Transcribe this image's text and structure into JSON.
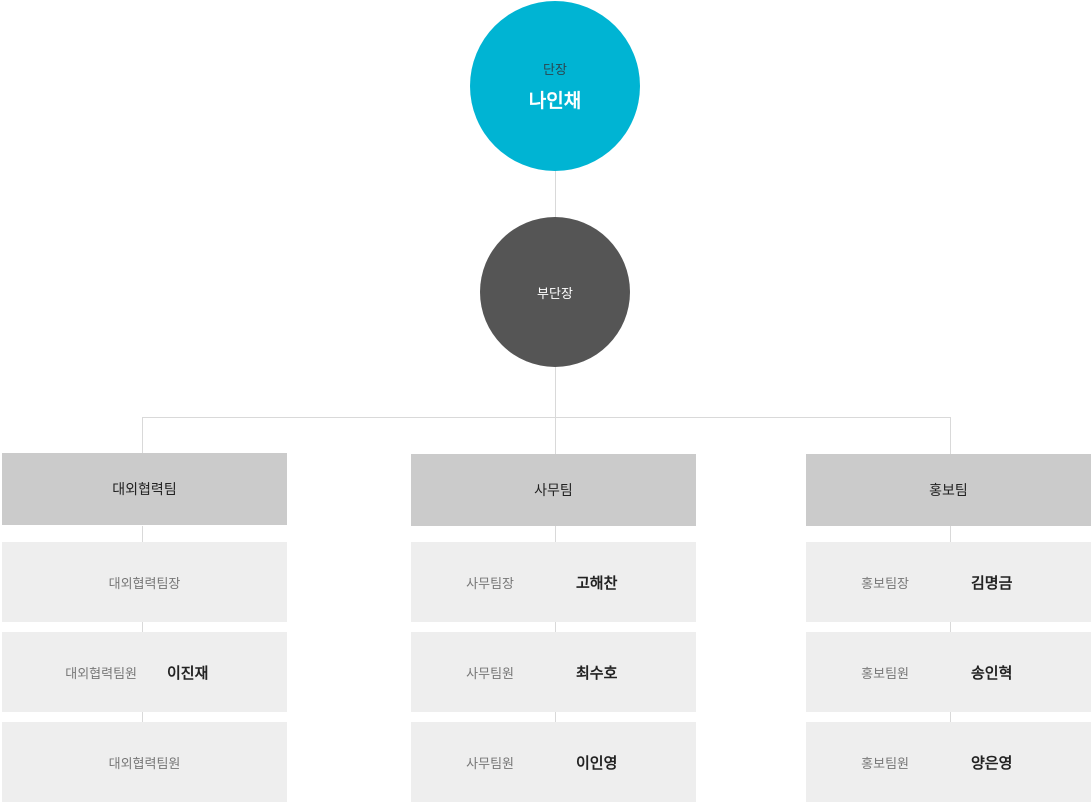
{
  "head": {
    "role": "단장",
    "name": "나인채"
  },
  "vice": {
    "role": "부단장"
  },
  "teams": [
    {
      "name": "대외협력팀",
      "members": [
        {
          "role": "대외협력팀장",
          "name": ""
        },
        {
          "role": "대외협력팀원",
          "name": "이진재"
        },
        {
          "role": "대외협력팀원",
          "name": ""
        }
      ]
    },
    {
      "name": "사무팀",
      "members": [
        {
          "role": "사무팀장",
          "name": "고해찬"
        },
        {
          "role": "사무팀원",
          "name": "최수호"
        },
        {
          "role": "사무팀원",
          "name": "이인영"
        }
      ]
    },
    {
      "name": "홍보팀",
      "members": [
        {
          "role": "홍보팀장",
          "name": "김명금"
        },
        {
          "role": "홍보팀원",
          "name": "송인혁"
        },
        {
          "role": "홍보팀원",
          "name": "양은영"
        }
      ]
    }
  ]
}
